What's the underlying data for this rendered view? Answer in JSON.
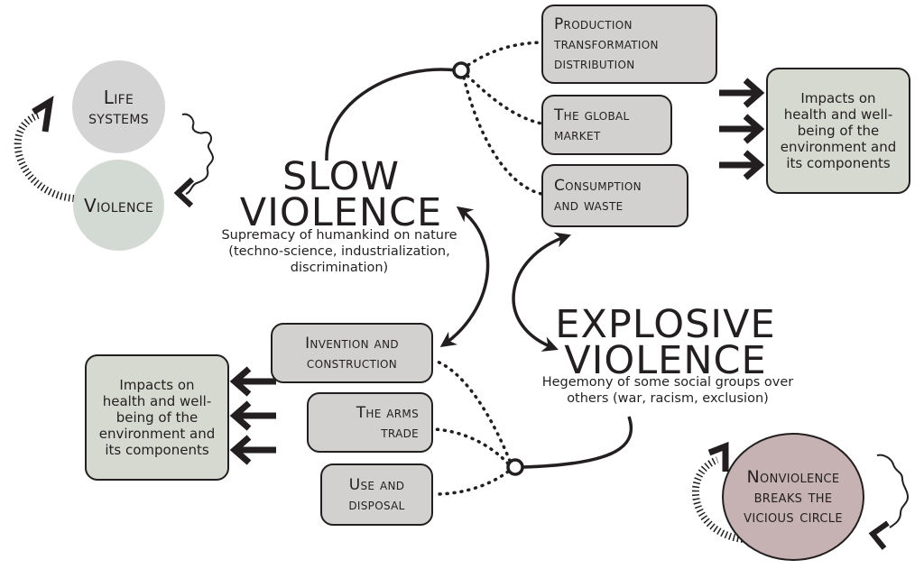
{
  "life_systems": "Life\nsystems",
  "violence": "Violence",
  "slow_violence": {
    "title": "SLOW\nVIOLENCE",
    "subtitle": "Supremacy of humankind on nature\n(techno-science, industrialization,\ndiscrimination)"
  },
  "explosive_violence": {
    "title": "EXPLOSIVE\nVIOLENCE",
    "subtitle": "Hegemony of some social groups over\nothers (war, racism, exclusion)"
  },
  "top_boxes": [
    "Production\ntransformation\ndistribution",
    "The global\nmarket",
    "Consumption\nand waste"
  ],
  "bottom_boxes": [
    "Invention and\nconstruction",
    "The arms\ntrade",
    "Use and\ndisposal"
  ],
  "impacts_text": "Impacts on\nhealth and well-\nbeing of the\nenvironment and\nits components",
  "nonviolence": "Nonviolence\nbreaks the\nvicious circle",
  "colors": {
    "line": "#231f20",
    "box_fill": "#d3d1d0",
    "impact_fill": "#d6d9cf",
    "life_systems_fill": "#d5d4d4",
    "violence_fill": "#d3dad3",
    "nonviolence_fill": "#c6b2b2"
  }
}
